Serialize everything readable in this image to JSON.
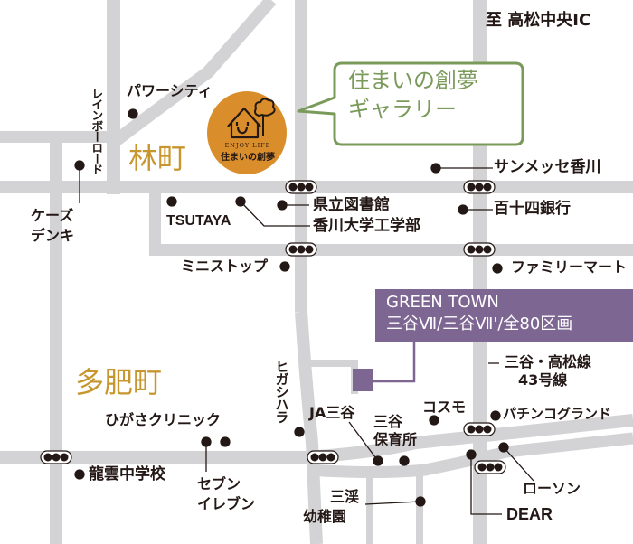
{
  "map": {
    "direction_label": "至 高松中央IC",
    "towns": [
      {
        "name": "林町"
      },
      {
        "name": "多肥町"
      }
    ],
    "gallery": {
      "callout_line1": "住まいの創夢",
      "callout_line2": "ギャラリー",
      "logo_tagline": "ENJOY LIFE",
      "logo_name": "住まいの創夢"
    },
    "green_town": {
      "title": "GREEN TOWN",
      "subtitle": "三谷Ⅶ/三谷Ⅶ'/全80区画"
    },
    "road_names": {
      "rainbow_road": "レインボーロード",
      "route43_line1": "三谷・高松線",
      "route43_line2": "43号線"
    },
    "landmarks": [
      {
        "id": "power-city",
        "name": "パワーシティ"
      },
      {
        "id": "ks-denki",
        "line1": "ケーズ",
        "line2": "デンキ"
      },
      {
        "id": "tsutaya",
        "name": "TSUTAYA"
      },
      {
        "id": "prefectural-library",
        "name": "県立図書館"
      },
      {
        "id": "kagawa-univ",
        "name": "香川大学工学部"
      },
      {
        "id": "sunmesse",
        "name": "サンメッセ香川"
      },
      {
        "id": "hyakujushi-bank",
        "name": "百十四銀行"
      },
      {
        "id": "ministop",
        "name": "ミニストップ"
      },
      {
        "id": "familymart",
        "name": "ファミリーマート"
      },
      {
        "id": "higashihara",
        "name": "ヒガシハラ"
      },
      {
        "id": "higasa-clinic",
        "name": "ひがさクリニック"
      },
      {
        "id": "seven-eleven",
        "line1": "セブン",
        "line2": "イレブン"
      },
      {
        "id": "ryuun-junior-high",
        "name": "龍雲中学校"
      },
      {
        "id": "ja-mitani",
        "name": "JA三谷"
      },
      {
        "id": "mitani-nursery",
        "line1": "三谷",
        "line2": "保育所"
      },
      {
        "id": "cosmo",
        "name": "コスモ"
      },
      {
        "id": "pachinko-grand",
        "name": "パチンコグランド"
      },
      {
        "id": "lawson",
        "name": "ローソン"
      },
      {
        "id": "dear",
        "name": "DEAR"
      },
      {
        "id": "mitani-kindergarten",
        "line1": "三渓",
        "line2": "幼稚園"
      }
    ],
    "colors": {
      "road": "#d3d3d5",
      "town_label": "#c8962e",
      "logo_circle": "#d98e2b",
      "callout": "#7a9a5a",
      "green_town": "#7e6693",
      "text": "#231815"
    }
  }
}
